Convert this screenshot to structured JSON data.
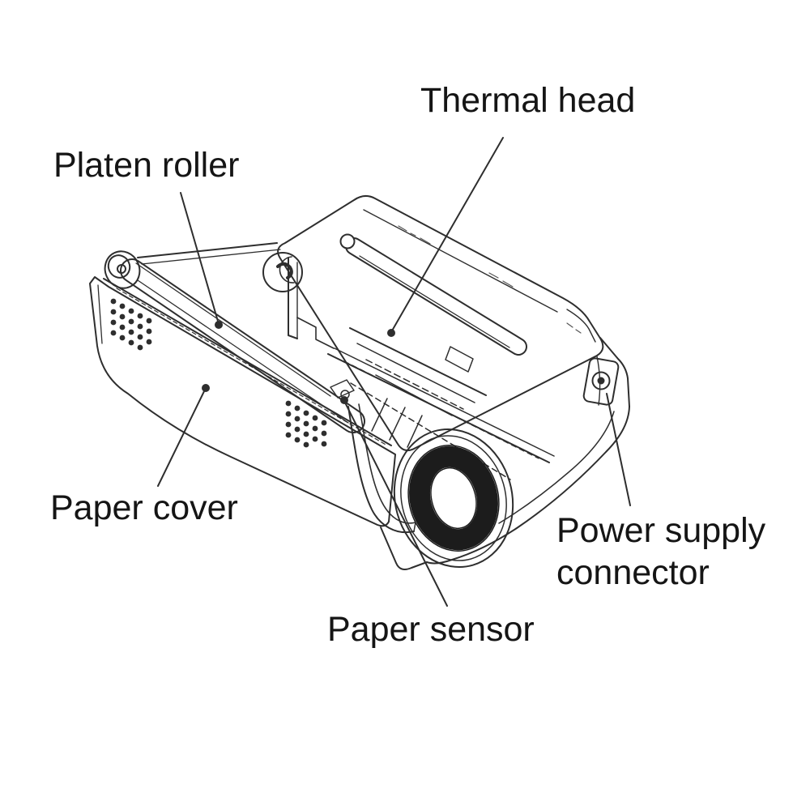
{
  "diagram": {
    "type": "labeled-line-illustration",
    "labels": {
      "platen_roller": "Platen roller",
      "thermal_head": "Thermal head",
      "paper_cover": "Paper cover",
      "paper_sensor": "Paper sensor",
      "power_supply_line1": "Power supply",
      "power_supply_line2": "connector"
    },
    "colors": {
      "label_text": "#151515",
      "line_art": "#2e2e2e",
      "paper_roll_fill": "#1c1c1c",
      "background": "#ffffff"
    }
  }
}
